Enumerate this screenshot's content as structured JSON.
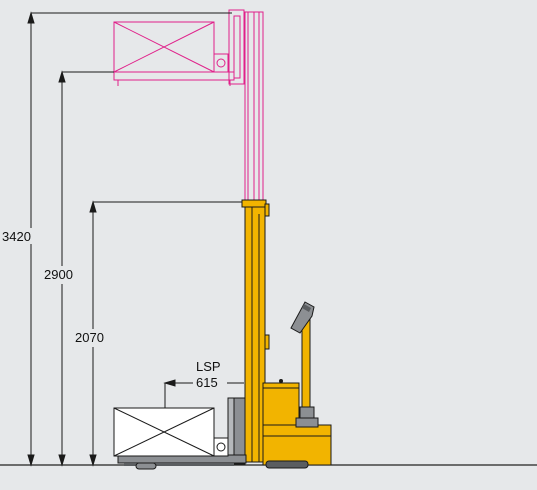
{
  "dimensions": {
    "overall_height": "3420",
    "lift_height": "2900",
    "mast_height": "2070",
    "load_centre_label": "LSP",
    "load_centre_value": "615"
  },
  "colors": {
    "background": "#e6e8ea",
    "chassis": "#f2b400",
    "raised_outline": "#e0208a",
    "outline": "#1a1a1a"
  }
}
